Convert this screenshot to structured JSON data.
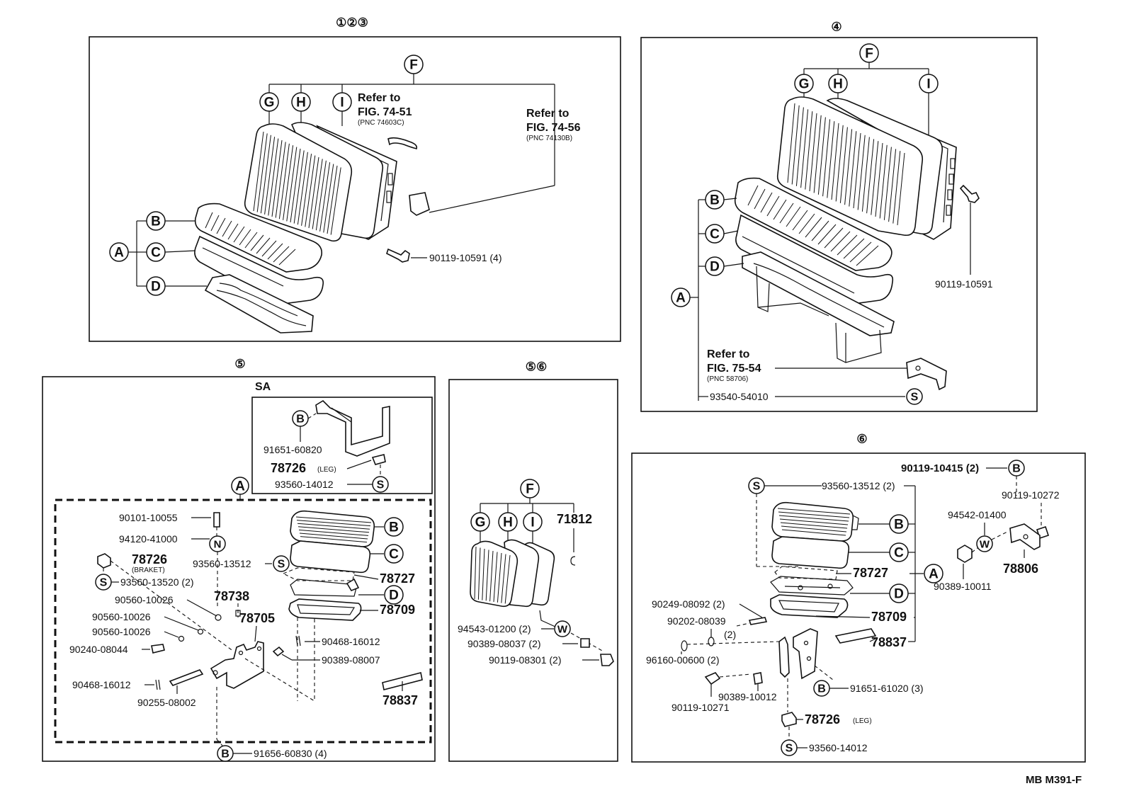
{
  "sections": {
    "s123": {
      "title": "①②③"
    },
    "s4": {
      "title": "④"
    },
    "s5": {
      "title": "⑤",
      "sa": "SA"
    },
    "s56": {
      "title": "⑤⑥"
    },
    "s6": {
      "title": "⑥"
    }
  },
  "letters": {
    "a": "A",
    "b": "B",
    "c": "C",
    "d": "D",
    "f": "F",
    "g": "G",
    "h": "H",
    "i": "I",
    "n": "N",
    "s": "S",
    "w": "W"
  },
  "s123": {
    "ref1": {
      "line1": "Refer to",
      "line2": "FIG. 74-51",
      "line3": "(PNC 74603C)"
    },
    "ref2": {
      "line1": "Refer to",
      "line2": "FIG. 74-56",
      "line3": "(PNC 74130B)"
    },
    "bolt": "90119-10591 (4)"
  },
  "s4": {
    "bolt": "90119-10591",
    "ref": {
      "line1": "Refer to",
      "line2": "FIG. 75-54",
      "line3": "(PNC 58706)"
    },
    "screw": "93540-54010"
  },
  "s5": {
    "sa_bolt": "91651-60820",
    "sa_leg": "78726",
    "sa_leg_sub": "(LEG)",
    "sa_screw": "93560-14012",
    "p1": "90101-10055",
    "p2": "94120-41000",
    "p3": "78726",
    "p3_sub": "(BRAKET)",
    "p4": "93560-13520 (2)",
    "p5": "90560-10026",
    "p6": "90560-10026",
    "p7": "90560-10026",
    "p8": "90240-08044",
    "p9": "90468-16012",
    "p10": "90255-08002",
    "p11": "78738",
    "p12": "78705",
    "p13": "93560-13512",
    "p14": "78727",
    "p15": "78709",
    "p16": "90468-16012",
    "p17": "90389-08007",
    "p18": "78837",
    "bottom": "91656-60830 (4)"
  },
  "s56": {
    "p1": "71812",
    "p2": "94543-01200 (2)",
    "p3": "90389-08037 (2)",
    "p4": "90119-08301 (2)"
  },
  "s6": {
    "p1": "90119-10415 (2)",
    "p2": "93560-13512 (2)",
    "p3": "90119-10272",
    "p4": "94542-01400",
    "p5": "78806",
    "p6": "90389-10011",
    "p7": "78727",
    "p8": "90249-08092 (2)",
    "p9": "90202-08039",
    "p9b": "(2)",
    "p10": "78709",
    "p11": "78837",
    "p12": "96160-00600 (2)",
    "p13": "90389-10012",
    "p14": "91651-61020 (3)",
    "p15": "90119-10271",
    "p16": "78726",
    "p16_sub": "(LEG)",
    "p17": "93560-14012"
  },
  "footer": {
    "code": "MB M391-F"
  }
}
